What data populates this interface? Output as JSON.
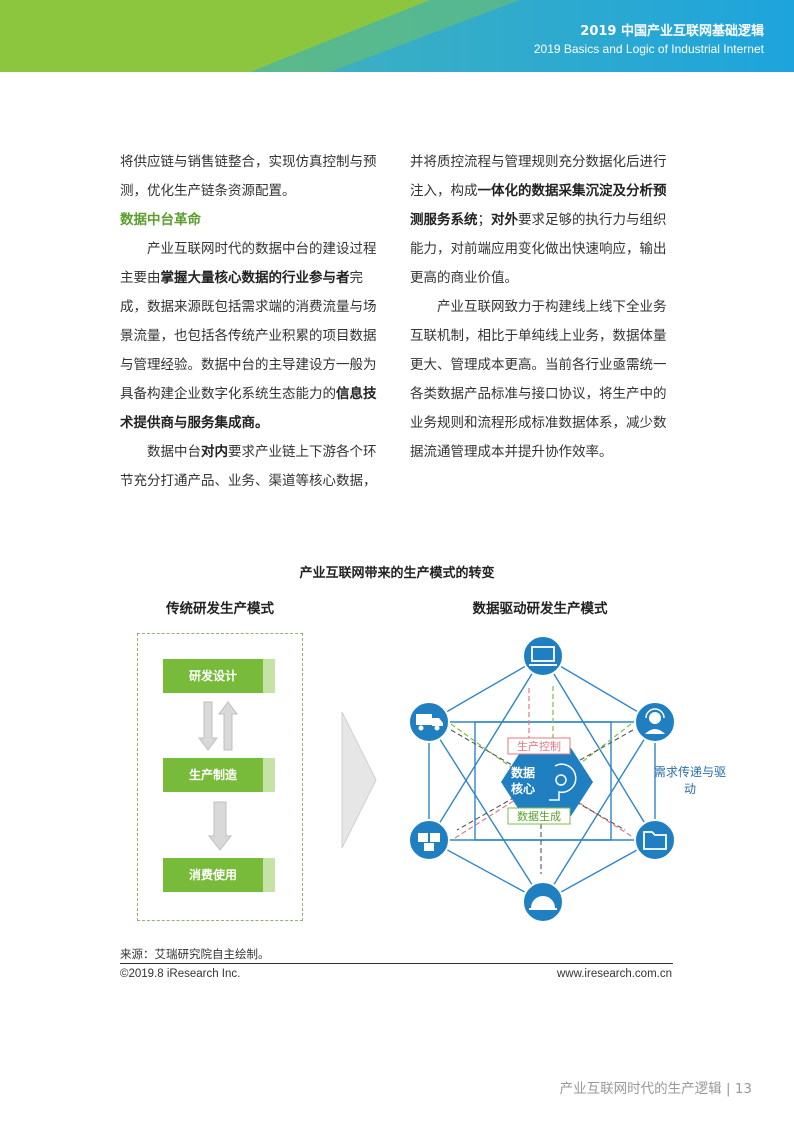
{
  "header": {
    "title": "2019 中国产业互联网基础逻辑",
    "subtitle": "2019 Basics and Logic of Industrial Internet"
  },
  "left_column": {
    "p1": "将供应链与销售链整合，实现仿真控制与预测，优化生产链条资源配置。",
    "section_title": "数据中台革命",
    "p2_a": "产业互联网时代的数据中台的建设过程主要由",
    "p2_b": "掌握大量核心数据的行业参与者",
    "p2_c": "完成，数据来源既包括需求端的消费流量与场景流量，也包括各传统产业积累的项目数据与管理经验。数据中台的主导建设方一般为具备构建企业数字化系统生态能力的",
    "p2_d": "信息技术提供商与服务集成商。",
    "p3_a": "数据中台",
    "p3_b": "对内",
    "p3_c": "要求产业链上下游各个环节充分打通产品、业务、渠道等核心数据，"
  },
  "right_column": {
    "p1_a": "并将质控流程与管理规则充分数据化后进行注入，构成",
    "p1_b": "一体化的数据采集沉淀及分析预测服务系统",
    "p1_c": "；",
    "p1_d": "对外",
    "p1_e": "要求足够的执行力与组织能力，对前端应用变化做出快速响应，输出更高的商业价值。",
    "p2": "产业互联网致力于构建线上线下全业务互联机制，相比于单纯线上业务，数据体量更大、管理成本更高。当前各行业亟需统一各类数据产品标准与接口协议，将生产中的业务规则和流程形成标准数据体系，减少数据流通管理成本并提升协作效率。"
  },
  "figure": {
    "title": "产业互联网带来的生产模式的转变",
    "left_title": "传统研发生产模式",
    "right_title": "数据驱动研发生产模式",
    "steps": [
      "研发设计",
      "生产制造",
      "消费使用"
    ],
    "core_line1": "数据",
    "core_line2": "核心",
    "label_control": "生产控制",
    "label_generate": "数据生成",
    "label_need": "需求传递与驱动"
  },
  "source": "来源：艾瑞研究院自主绘制。",
  "copyright": "©2019.8 iResearch Inc.",
  "website": "www.iresearch.com.cn",
  "footer": {
    "text": "产业互联网时代的生产逻辑",
    "page": "13"
  },
  "colors": {
    "header_green": "#8cc63f",
    "header_blue": "#20a8d8",
    "section_green": "#5a9e2e",
    "step_green": "#78bb3a",
    "network_blue": "#1f7fc1"
  }
}
